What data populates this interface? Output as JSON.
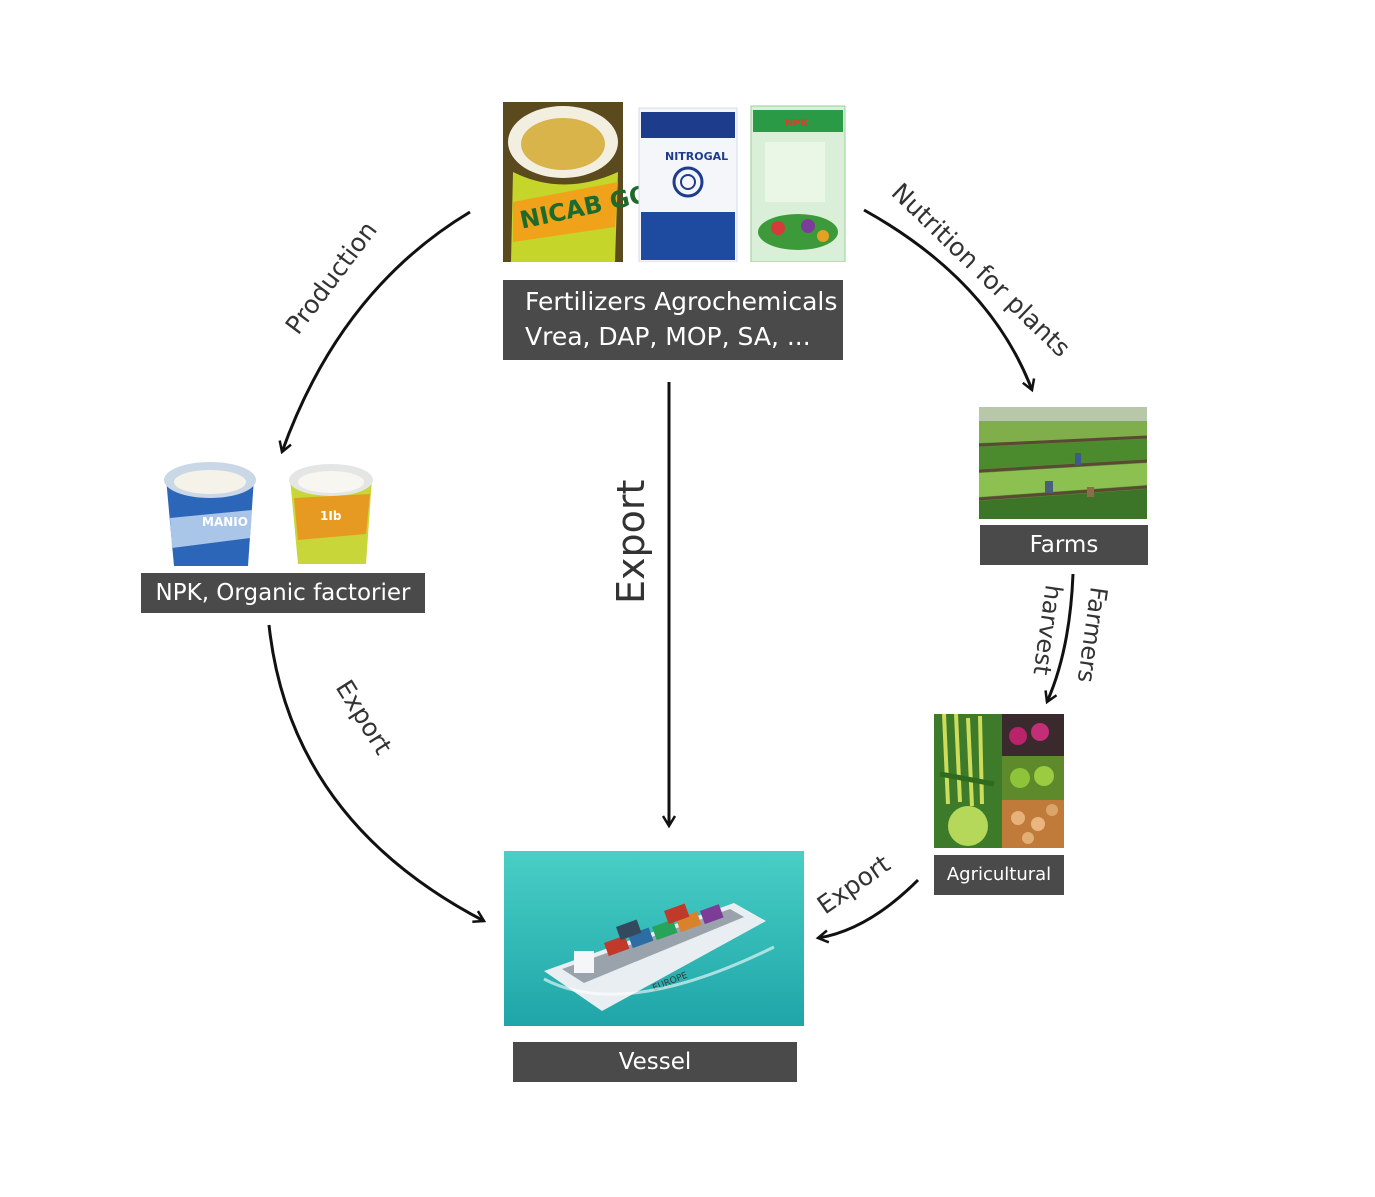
{
  "nodes": {
    "fertilizers": {
      "line1": "Fertilizers Agrochemicals",
      "line2": "Vrea, DAP, MOP, SA, ...",
      "bags": [
        "NICAB GOLD",
        "NITROGAL",
        "NPK"
      ]
    },
    "npk": {
      "label": "NPK, Organic factorier",
      "bucket_text": [
        "MANIO",
        "1Ib"
      ]
    },
    "farms": {
      "label": "Farms"
    },
    "agricultural": {
      "label": "Agricultural"
    },
    "vessel": {
      "label": "Vessel",
      "hull_text": "EUROPE"
    }
  },
  "edges": {
    "production": "Production",
    "nutrition": "Nutrition for plants",
    "export_center": "Export",
    "export_left": "Export",
    "farmers": "Farmers",
    "harvest": "harvest",
    "export_right": "Export"
  },
  "colors": {
    "label_bg": "#4a4a4a",
    "label_text": "#ffffff",
    "arrow": "#111111",
    "sea": "#3fc4bd"
  }
}
